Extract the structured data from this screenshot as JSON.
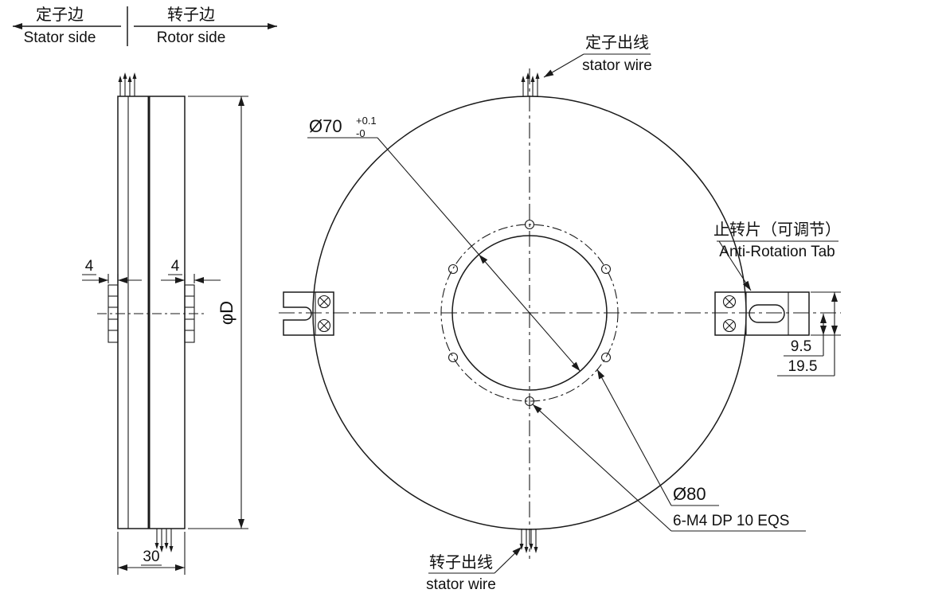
{
  "header": {
    "stator_side_cn": "定子边",
    "stator_side_en": "Stator side",
    "rotor_side_cn": "转子边",
    "rotor_side_en": "Rotor side"
  },
  "side_view": {
    "dim_width_left": "4",
    "dim_width_right": "4",
    "dim_diameter": "φD",
    "dim_length": "30"
  },
  "front_view": {
    "stator_wire_cn": "定子出线",
    "stator_wire_en": "stator wire",
    "rotor_wire_cn": "转子出线",
    "rotor_wire_en": "stator wire",
    "anti_rotation_cn": "止转片（可调节）",
    "anti_rotation_en": "Anti-Rotation Tab",
    "dim_bore": {
      "main": "Ø70",
      "tol_upper": "+0.1",
      "tol_lower": "-0"
    },
    "dim_bolt_circle": "Ø80",
    "bolt_spec": "6-M4 DP 10 EQS",
    "dim_tab_offset": "9.5",
    "dim_tab_height": "19.5"
  },
  "colors": {
    "line": "#1a1a1a",
    "background": "#ffffff"
  }
}
